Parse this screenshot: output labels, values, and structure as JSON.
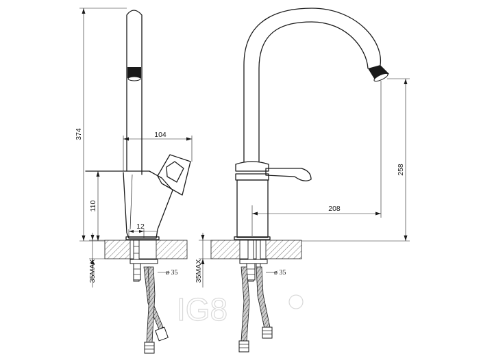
{
  "drawing": {
    "dimensions": {
      "left_total_height": "374",
      "left_handle_width": "104",
      "left_body_height": "110",
      "left_shank_offset": "12",
      "left_mount_max": "35MAX",
      "left_hole_diameter": "ø 35",
      "right_spout_height": "258",
      "right_spout_reach": "208",
      "right_mount_max": "35MAX",
      "right_hole_diameter": "ø 35"
    }
  }
}
